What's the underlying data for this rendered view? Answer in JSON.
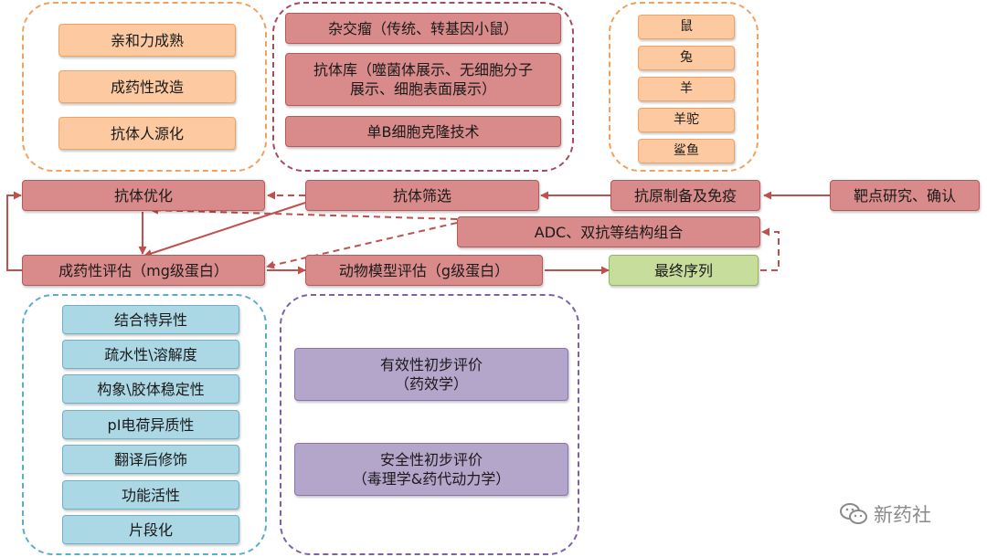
{
  "groups": {
    "optimization": [
      "亲和力成熟",
      "成药性改造",
      "抗体人源化"
    ],
    "screening": [
      "杂交瘤（传统、转基因小鼠）",
      "抗体库（噬菌体展示、无细胞分子\n展示、细胞表面展示）",
      "单B细胞克隆技术"
    ],
    "animals": [
      "鼠",
      "兔",
      "羊",
      "羊驼",
      "鲨鱼"
    ],
    "developability": [
      "结合特异性",
      "疏水性\\溶解度",
      "构象\\胶体稳定性",
      "pI电荷异质性",
      "翻译后修饰",
      "功能活性",
      "片段化"
    ],
    "animal_eval": [
      "有效性初步评价\n（药效学）",
      "安全性初步评价\n（毒理学&药代动力学）"
    ]
  },
  "flow": {
    "target": "靶点研究、确认",
    "antigen": "抗原制备及免疫",
    "screening": "抗体筛选",
    "optimization": "抗体优化",
    "adc": "ADC、双抗等结构组合",
    "developability_eval": "成药性评估（mg级蛋白）",
    "animal_model": "动物模型评估（g级蛋白）",
    "final": "最终序列"
  },
  "watermark": "新药社"
}
